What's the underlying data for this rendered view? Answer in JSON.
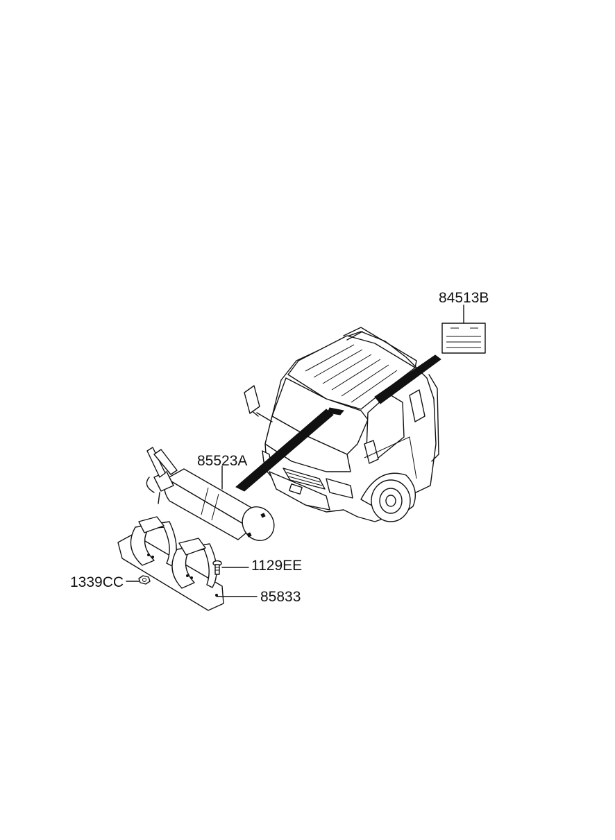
{
  "parts": {
    "label_sticker": "84513B",
    "fire_extinguisher": "85523A",
    "bolt": "1129EE",
    "nut": "1339CC",
    "bracket": "85833"
  }
}
